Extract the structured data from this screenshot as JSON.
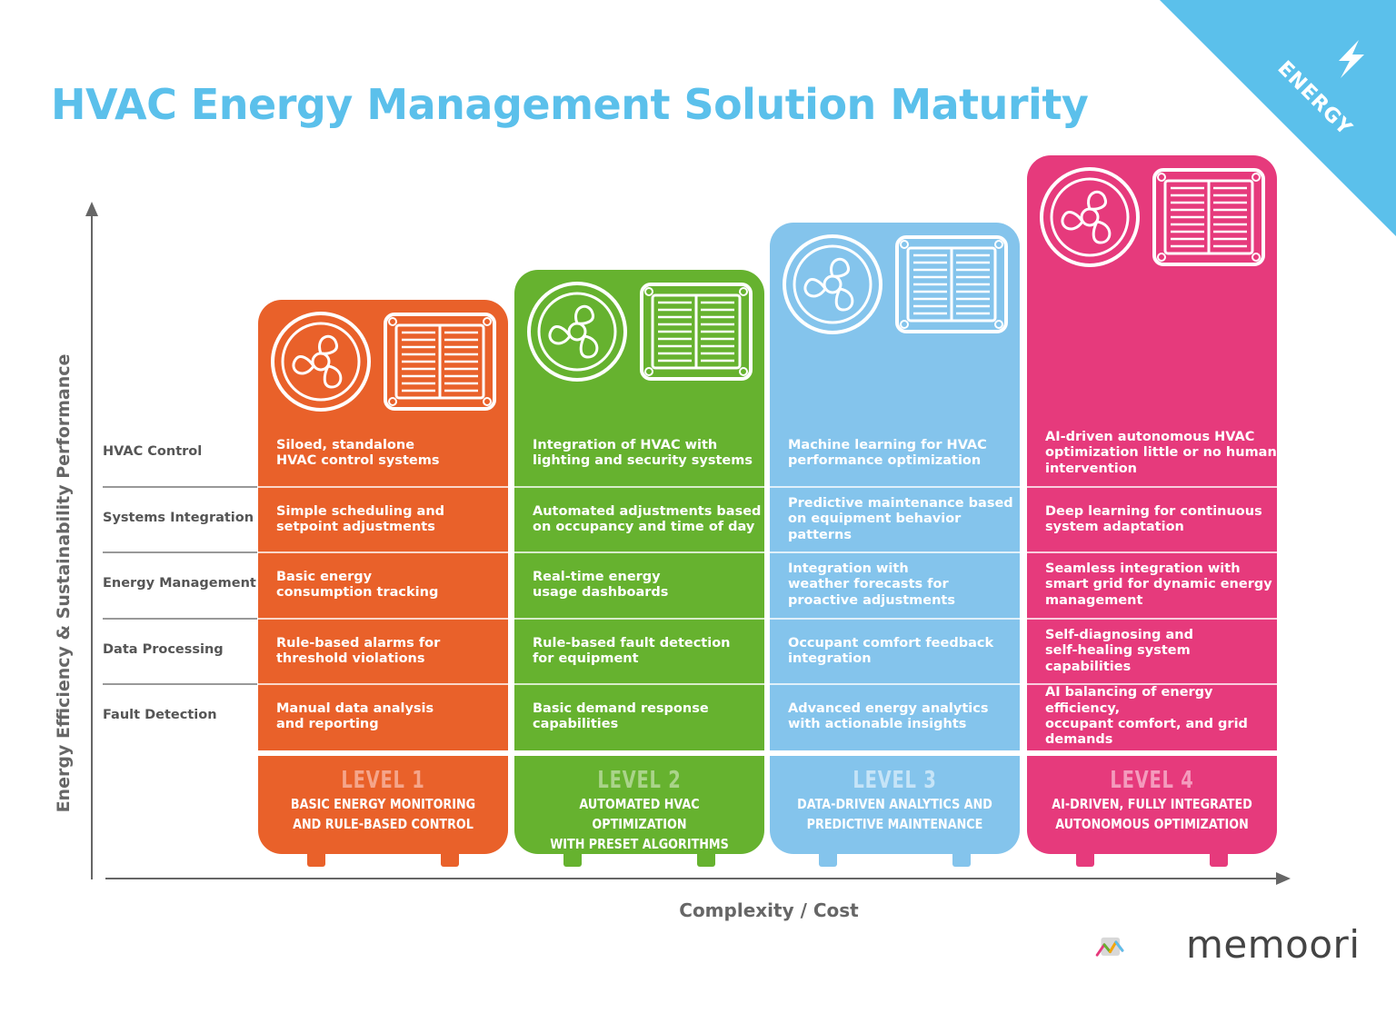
{
  "title": "HVAC Energy Management Solution Maturity",
  "badge": "ENERGY",
  "y_axis_label": "Energy Efficiency & Sustainability Performance",
  "x_axis_label": "Complexity / Cost",
  "categories": [
    "HVAC Control",
    "Systems Integration",
    "Energy Management",
    "Data Processing",
    "Fault Detection"
  ],
  "levels": [
    {
      "level": "LEVEL 1",
      "name_line1": "BASIC ENERGY MONITORING",
      "name_line2": "AND RULE-BASED CONTROL",
      "color": "#e9612a",
      "level_color": "#f5a58a",
      "cells": [
        [
          "Siloed, standalone",
          "HVAC control systems"
        ],
        [
          "Simple scheduling and",
          "setpoint adjustments"
        ],
        [
          "Basic energy",
          "consumption tracking"
        ],
        [
          "Rule-based alarms for",
          "threshold violations"
        ],
        [
          "Manual data analysis",
          "and reporting"
        ]
      ]
    },
    {
      "level": "LEVEL 2",
      "name_line1": "AUTOMATED HVAC OPTIMIZATION",
      "name_line2": "WITH PRESET ALGORITHMS",
      "color": "#66b22f",
      "level_color": "#aad48a",
      "cells": [
        [
          "Integration of HVAC with",
          "lighting and security systems"
        ],
        [
          "Automated adjustments based",
          "on occupancy and time of day"
        ],
        [
          "Real-time energy",
          "usage dashboards"
        ],
        [
          "Rule-based fault detection",
          "for equipment"
        ],
        [
          "Basic demand response",
          "capabilities"
        ]
      ]
    },
    {
      "level": "LEVEL 3",
      "name_line1": "DATA-DRIVEN ANALYTICS AND",
      "name_line2": "PREDICTIVE MAINTENANCE",
      "color": "#84c4ec",
      "level_color": "#c6e4f7",
      "cells": [
        [
          "Machine learning for HVAC",
          "performance optimization"
        ],
        [
          "Predictive maintenance based",
          "on equipment behavior patterns"
        ],
        [
          "Integration with",
          "weather forecasts for",
          "proactive adjustments"
        ],
        [
          "Occupant comfort feedback",
          "integration"
        ],
        [
          "Advanced energy analytics",
          "with actionable insights"
        ]
      ]
    },
    {
      "level": "LEVEL 4",
      "name_line1": "AI-DRIVEN, FULLY INTEGRATED",
      "name_line2": "AUTONOMOUS OPTIMIZATION",
      "color": "#e63a7c",
      "level_color": "#f49bbd",
      "cells": [
        [
          "AI-driven autonomous HVAC",
          "optimization little or no human",
          "intervention"
        ],
        [
          "Deep learning for continuous",
          "system adaptation"
        ],
        [
          "Seamless integration with",
          "smart grid for dynamic energy",
          "management"
        ],
        [
          "Self-diagnosing and",
          "self-healing system capabilities"
        ],
        [
          "AI balancing of energy efficiency,",
          "occupant comfort, and grid",
          "demands"
        ]
      ]
    }
  ],
  "logo_text": "memoori"
}
